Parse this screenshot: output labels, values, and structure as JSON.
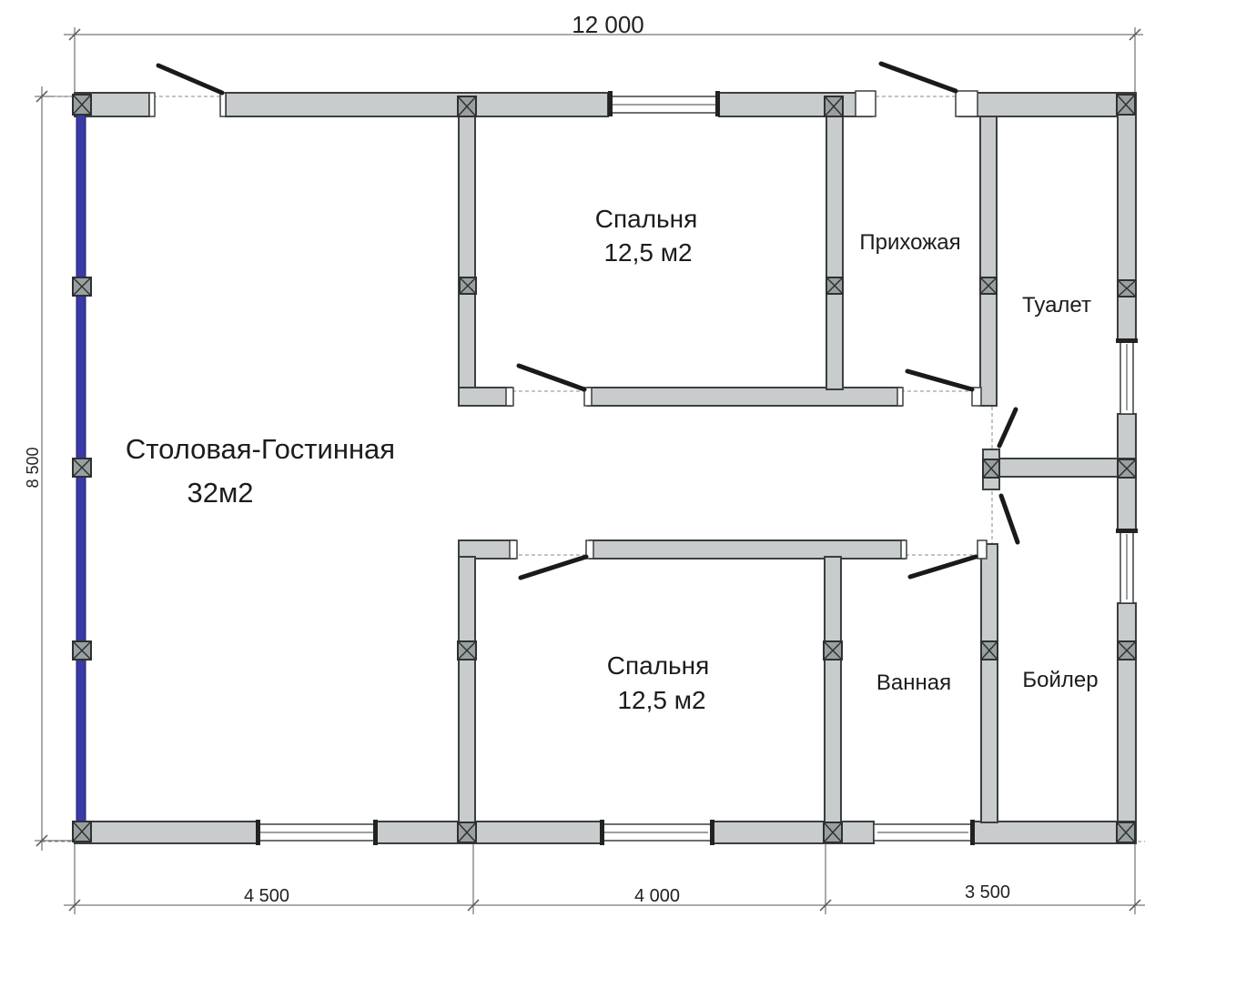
{
  "dimensions": {
    "total_width": "12 000",
    "total_height": "8 500",
    "segment_1": "4 500",
    "segment_2": "4 000",
    "segment_3": "3 500"
  },
  "rooms": {
    "living": {
      "name": "Столовая-Гостинная",
      "area": "32м2"
    },
    "bedroom_top": {
      "name": "Спальня",
      "area": "12,5 м2"
    },
    "bedroom_bottom": {
      "name": "Спальня",
      "area": "12,5 м2"
    },
    "hallway": {
      "name": "Прихожая"
    },
    "toilet": {
      "name": "Туалет"
    },
    "bathroom": {
      "name": "Ванная"
    },
    "boiler": {
      "name": "Бойлер"
    }
  },
  "colors": {
    "wall_fill": "#c9cccc",
    "wall_stroke": "#3c3f41",
    "glass_wall": "#3a3aa6",
    "door_leaf": "#1a1a1a"
  }
}
